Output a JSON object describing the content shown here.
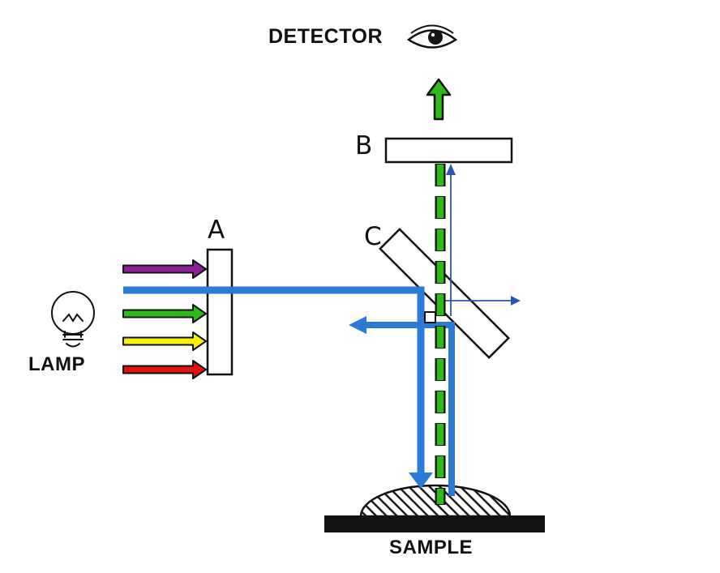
{
  "diagram": {
    "labels": {
      "detector": "DETECTOR",
      "lamp": "LAMP",
      "sample": "SAMPLE",
      "filter_a": "A",
      "filter_b": "B",
      "mirror_c": "C"
    },
    "colors": {
      "ink": "#111111",
      "blue_beam": "#2b7ad8",
      "emission_green": "#2dbb17",
      "axis_blue": "#2b55b4"
    },
    "lamp_rays": [
      {
        "name": "purple",
        "color": "#8f1f9b"
      },
      {
        "name": "blue",
        "color": "#2b7ad8"
      },
      {
        "name": "green",
        "color": "#2dbb17"
      },
      {
        "name": "yellow",
        "color": "#f8ef0e"
      },
      {
        "name": "red",
        "color": "#e21212"
      }
    ]
  }
}
